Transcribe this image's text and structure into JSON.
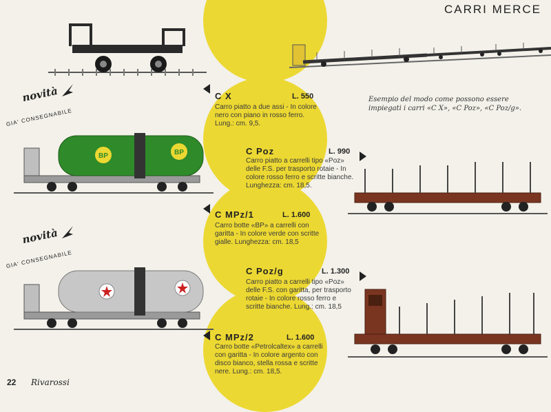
{
  "header": {
    "title": "CARRI MERCE"
  },
  "intro": {
    "example_text": "Esempio del modo come possono essere impiegati i carri «C X», «C Poz», «C Poz/g»."
  },
  "badges": {
    "novita": "novità",
    "gia_consegnabile": "GIA' CONSEGNABILE"
  },
  "products": [
    {
      "code": "C X",
      "price": "L. 550",
      "description": "Carro piatto a due assi - In colore nero con piano in rosso ferro. Lung.: cm. 9,5."
    },
    {
      "code": "C Poz",
      "price": "L. 990",
      "description": "Carro piatto a carrelli tipo «Poz» delle F.S. per trasporto rotaie - In colore rosso ferro e scritte bianche. Lunghezza: cm. 18,5."
    },
    {
      "code": "C MPz/1",
      "price": "L. 1.600",
      "description": "Carro botte «BP» a carrelli con garitta - In colore verde con scritte gialle. Lunghezza: cm. 18,5"
    },
    {
      "code": "C Poz/g",
      "price": "L. 1.300",
      "description": "Carro piatto a carrelli tipo «Poz» delle F.S. con garitta, per trasporto rotaie - In colore rosso ferro e scritte bianche. Lung.: cm. 18,5"
    },
    {
      "code": "C MPz/2",
      "price": "L. 1.600",
      "description": "Carro botte «Petrolcaltex» a carrelli con garitta - In colore argento con disco bianco, stella rossa e scritte nere. Lung.: cm. 18,5."
    }
  ],
  "images": {
    "tank_bp_logo": "BP"
  },
  "footer": {
    "page_number": "22",
    "brand": "Rivarossi"
  },
  "colors": {
    "circle_yellow": "#ecd832",
    "tank_green": "#2f8a2a",
    "rust_red": "#7a3520",
    "silver": "#c7c7c7"
  }
}
